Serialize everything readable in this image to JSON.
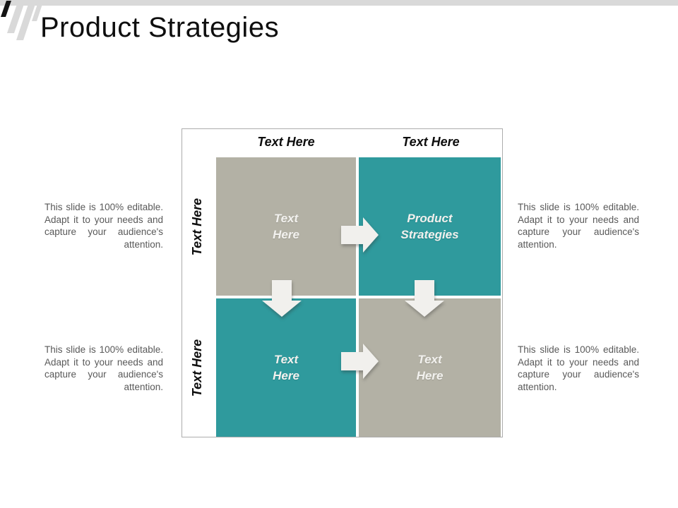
{
  "slide": {
    "title": "Product Strategies"
  },
  "colors": {
    "teal": "#2F9A9D",
    "quad_gray": "#B3B1A5",
    "arrow": "#F1F0ED",
    "top_bar": "#D9D9D9",
    "text_gray": "#595959"
  },
  "matrix": {
    "column_headers": [
      "Text Here",
      "Text Here"
    ],
    "row_labels": [
      "Text Here",
      "Text Here"
    ],
    "quadrants": [
      {
        "name": "top-left",
        "label": "Text\nHere",
        "color": "#B3B1A5"
      },
      {
        "name": "top-right",
        "label": "Product\nStrategies",
        "color": "#2F9A9D"
      },
      {
        "name": "bottom-left",
        "label": "Text\nHere",
        "color": "#2F9A9D"
      },
      {
        "name": "bottom-right",
        "label": "Text\nHere",
        "color": "#B3B1A5"
      }
    ]
  },
  "callouts": [
    {
      "position": "top-left",
      "text": "This slide is 100% editable. Adapt it to your needs and capture your audience's attention."
    },
    {
      "position": "top-right",
      "text": "This slide is 100% editable. Adapt it to your needs and capture your audience's attention."
    },
    {
      "position": "bottom-left",
      "text": "This slide is 100% editable. Adapt it to your needs and capture your audience's attention."
    },
    {
      "position": "bottom-right",
      "text": "This slide is 100% editable. Adapt it to your needs and capture your audience's attention."
    }
  ]
}
